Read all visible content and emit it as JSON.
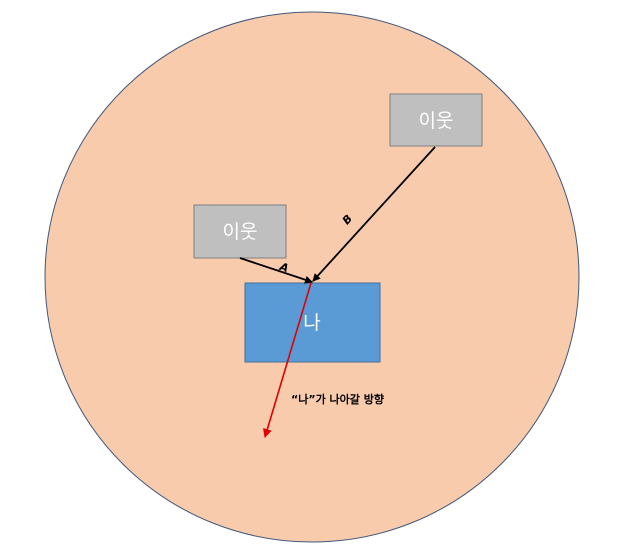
{
  "colors": {
    "circle_fill": "#f8cbad",
    "circle_stroke": "#41577a",
    "neighbor_fill": "#bfbfbf",
    "neighbor_stroke": "#7f7f7f",
    "self_fill": "#5b9bd5",
    "self_stroke": "#41719c",
    "force_arrow": "#000000",
    "direction_arrow": "#e00000"
  },
  "nodes": {
    "neighbor_top": {
      "label": "이웃"
    },
    "neighbor_left": {
      "label": "이웃"
    },
    "self": {
      "label": "나"
    }
  },
  "arrows": {
    "a": {
      "label": "A"
    },
    "b": {
      "label": "B"
    }
  },
  "direction": {
    "caption": "“나”가 나아갈 방향"
  }
}
